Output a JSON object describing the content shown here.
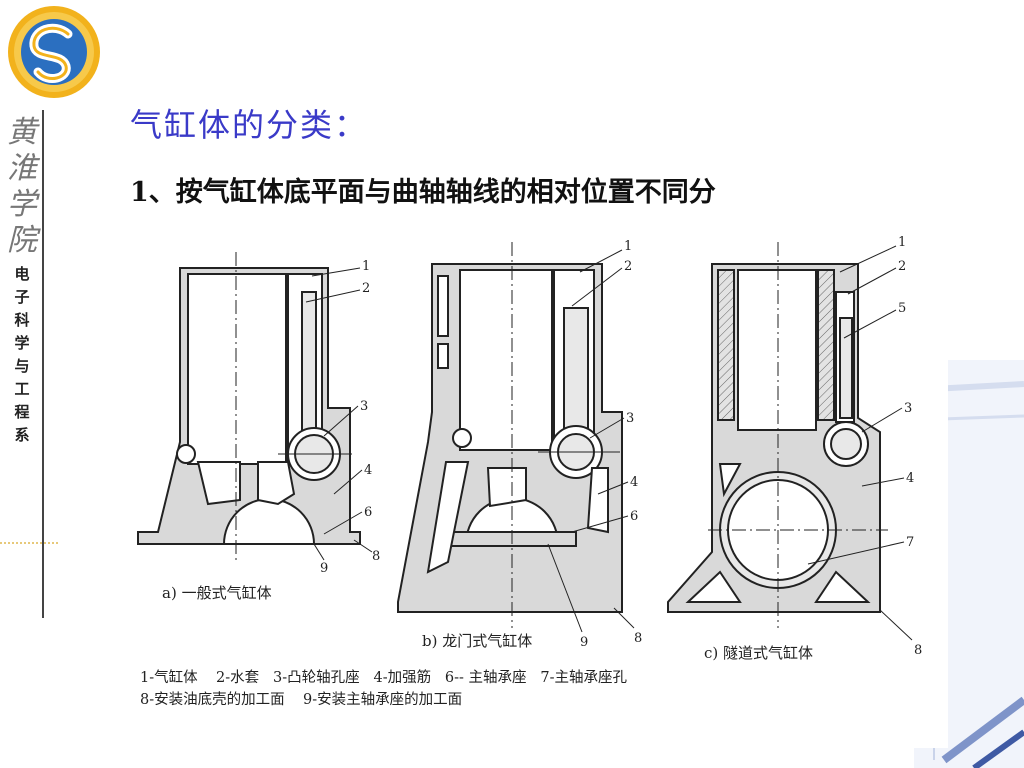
{
  "school": {
    "name_script": [
      "黄",
      "淮",
      "学",
      "院"
    ],
    "department": [
      "电",
      "子",
      "科",
      "学",
      "与",
      "工",
      "程",
      "系"
    ]
  },
  "slide": {
    "heading": "气缸体的分类：",
    "subheading": "1、按气缸体底平面与曲轴轴线的相对位置不同分"
  },
  "figure": {
    "captions": {
      "a": "a) 一般式气缸体",
      "b": "b)  龙门式气缸体",
      "c": "c)  隧道式气缸体"
    },
    "callouts": {
      "a": [
        "1",
        "2",
        "3",
        "4",
        "6",
        "8",
        "9"
      ],
      "b": [
        "1",
        "2",
        "3",
        "4",
        "6",
        "9",
        "8"
      ],
      "c": [
        "1",
        "2",
        "5",
        "3",
        "4",
        "7",
        "8"
      ]
    },
    "legend_line1": "1-气缸体    2-水套   3-凸轮轴孔座   4-加强筋   6-- 主轴承座   7-主轴承座孔",
    "legend_line2": "8-安装油底壳的加工面    9-安装主轴承座的加工面"
  },
  "colors": {
    "heading": "#3a3ac8",
    "logo_gold": "#f2b21c",
    "logo_blue": "#2b6fc0",
    "section_fill": "#d9d9d9"
  }
}
